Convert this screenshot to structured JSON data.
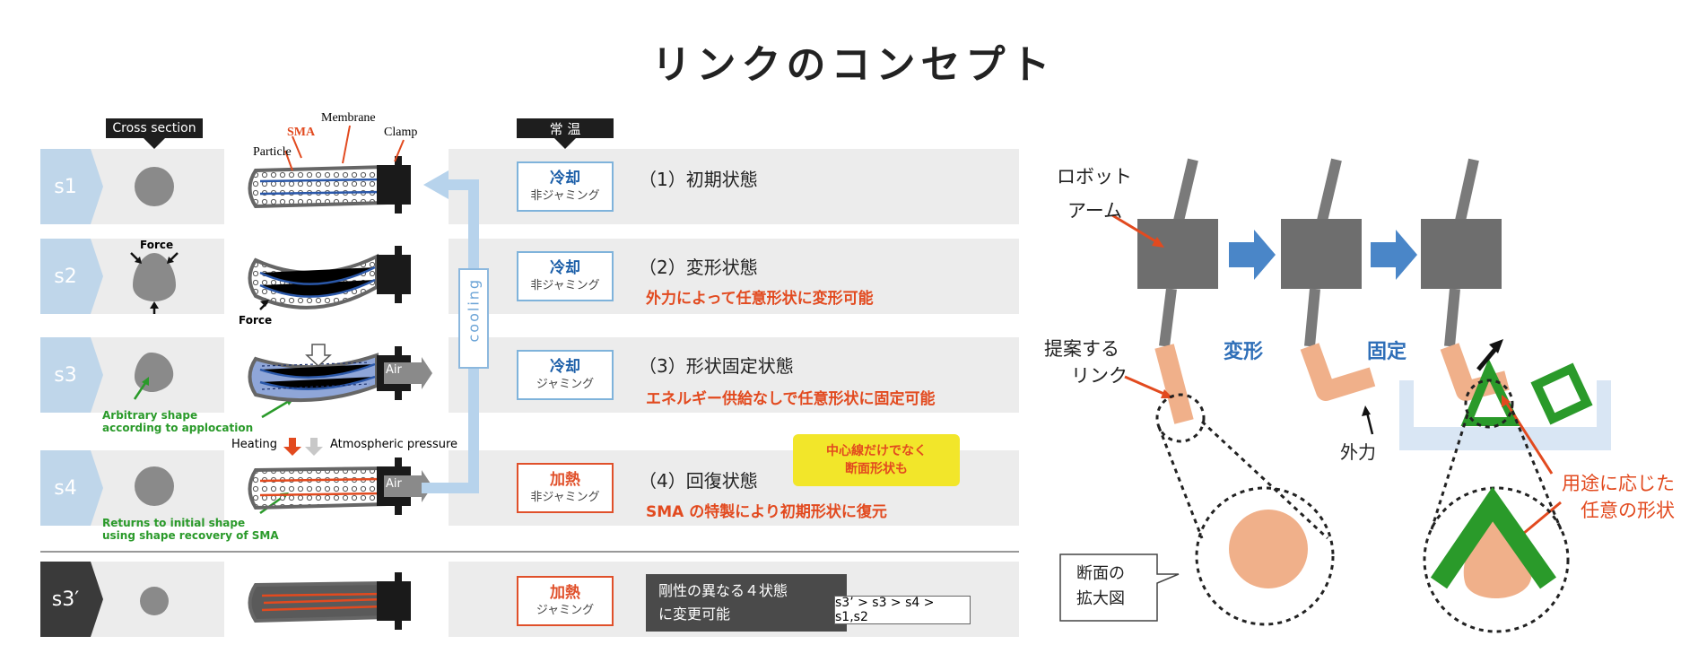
{
  "title": "リンクのコンセプト",
  "left": {
    "cross_section_label": "Cross section",
    "room_temp_label": "常 温",
    "part_labels": {
      "sma": "SMA",
      "membrane": "Membrane",
      "particle": "Particle",
      "clamp": "Clamp",
      "air": "Air"
    },
    "cooling_label": "cooling",
    "heating_label": "Heating",
    "atm_label": "Atmospheric pressure",
    "force_label": "Force",
    "rows": [
      {
        "id": "s1",
        "state_top": "冷却",
        "state_bottom": "非ジャミング",
        "title": "（1）初期状態",
        "desc": ""
      },
      {
        "id": "s2",
        "state_top": "冷却",
        "state_bottom": "非ジャミング",
        "title": "（2）変形状態",
        "desc": "外力によって任意形状に変形可能"
      },
      {
        "id": "s3",
        "state_top": "冷却",
        "state_bottom": "ジャミング",
        "title": "（3）形状固定状態",
        "desc": "エネルギー供給なしで任意形状に固定可能"
      },
      {
        "id": "s4",
        "state_top": "加熱",
        "state_bottom": "非ジャミング",
        "title": "（4）回復状態",
        "desc": "SMA の特製により初期形状に復元"
      },
      {
        "id": "s3′",
        "state_top": "加熱",
        "state_bottom": "ジャミング",
        "title": "",
        "desc": ""
      }
    ],
    "s3_note_line1": "Arbitrary shape",
    "s3_note_line2": "according to applocation",
    "s4_note_line1": "Returns to initial shape",
    "s4_note_line2": "using shape recovery of SMA",
    "yellow_note_line1": "中心線だけでなく",
    "yellow_note_line2": "断面形状も",
    "gray_note_line1": "剛性の異なる４状態",
    "gray_note_line2": "に変更可能",
    "order_note": "s3’ > s3 > s4 > s1,s2"
  },
  "right": {
    "robot_arm_line1": "ロボット",
    "robot_arm_line2": "アーム",
    "proposed_line1": "提案する",
    "proposed_line2": "リンク",
    "deform": "変形",
    "fix": "固定",
    "external_force": "外力",
    "purpose_line1": "用途に応じた",
    "purpose_line2": "任意の形状",
    "zoom_line1": "断面の",
    "zoom_line2": "拡大図"
  },
  "colors": {
    "blue_tag": "#bfd6ea",
    "dark_tag": "#3a3a3a",
    "link": "#f0b08a",
    "accent_red": "#e24a1f",
    "green": "#2a9a2a",
    "arrow_blue": "#4a86c8"
  }
}
